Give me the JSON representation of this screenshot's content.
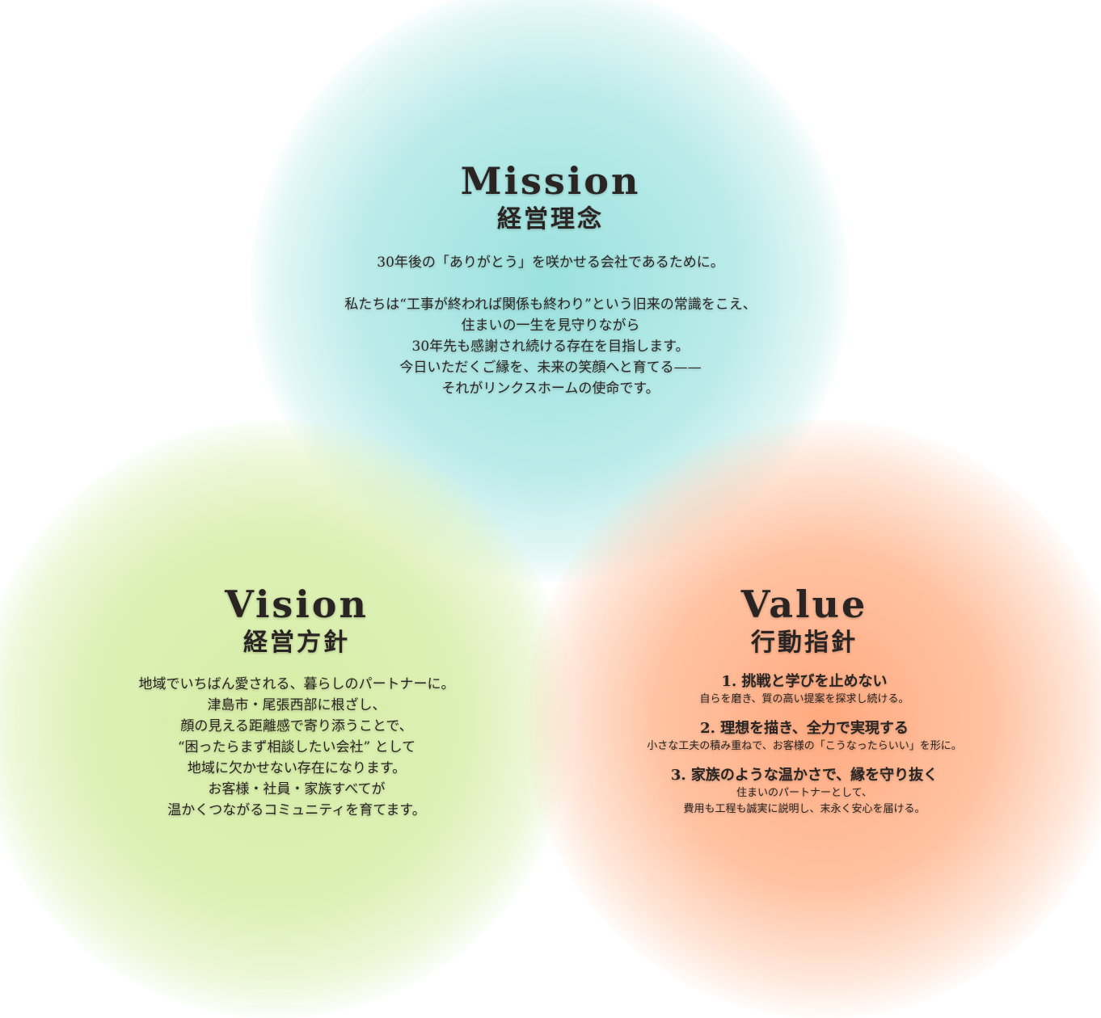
{
  "colors": {
    "mission": "#a8e6e2",
    "vision": "#d4ec9c",
    "value": "#ffaa80"
  },
  "mission": {
    "title_en": "Mission",
    "title_jp": "経営理念",
    "lead": "30年後の「ありがとう」を咲かせる会社であるために。",
    "body": "私たちは“工事が終われば関係も終わり”という旧来の常識をこえ、\n住まいの一生を見守りながら\n30年先も感謝され続ける存在を目指します。\n今日いただくご縁を、未来の笑顔へと育てる——\nそれがリンクスホームの使命です。"
  },
  "vision": {
    "title_en": "Vision",
    "title_jp": "経営方針",
    "body": "地域でいちばん愛される、暮らしのパートナーに。\n津島市・尾張西部に根ざし、\n顔の見える距離感で寄り添うことで、\n“困ったらまず相談したい会社” として\n地域に欠かせない存在になります。\nお客様・社員・家族すべてが\n温かくつながるコミュニティを育てます。"
  },
  "value": {
    "title_en": "Value",
    "title_jp": "行動指針",
    "items": [
      {
        "heading": "1. 挑戦と学びを止めない",
        "desc": "自らを磨き、質の高い提案を探求し続ける。"
      },
      {
        "heading": "2. 理想を描き、全力で実現する",
        "desc": "小さな工夫の積み重ねで、お客様の「こうなったらいい」を形に。"
      },
      {
        "heading": "3. 家族のような温かさで、縁を守り抜く",
        "desc": "住まいのパートナーとして、\n費用も工程も誠実に説明し、末永く安心を届ける。"
      }
    ]
  }
}
